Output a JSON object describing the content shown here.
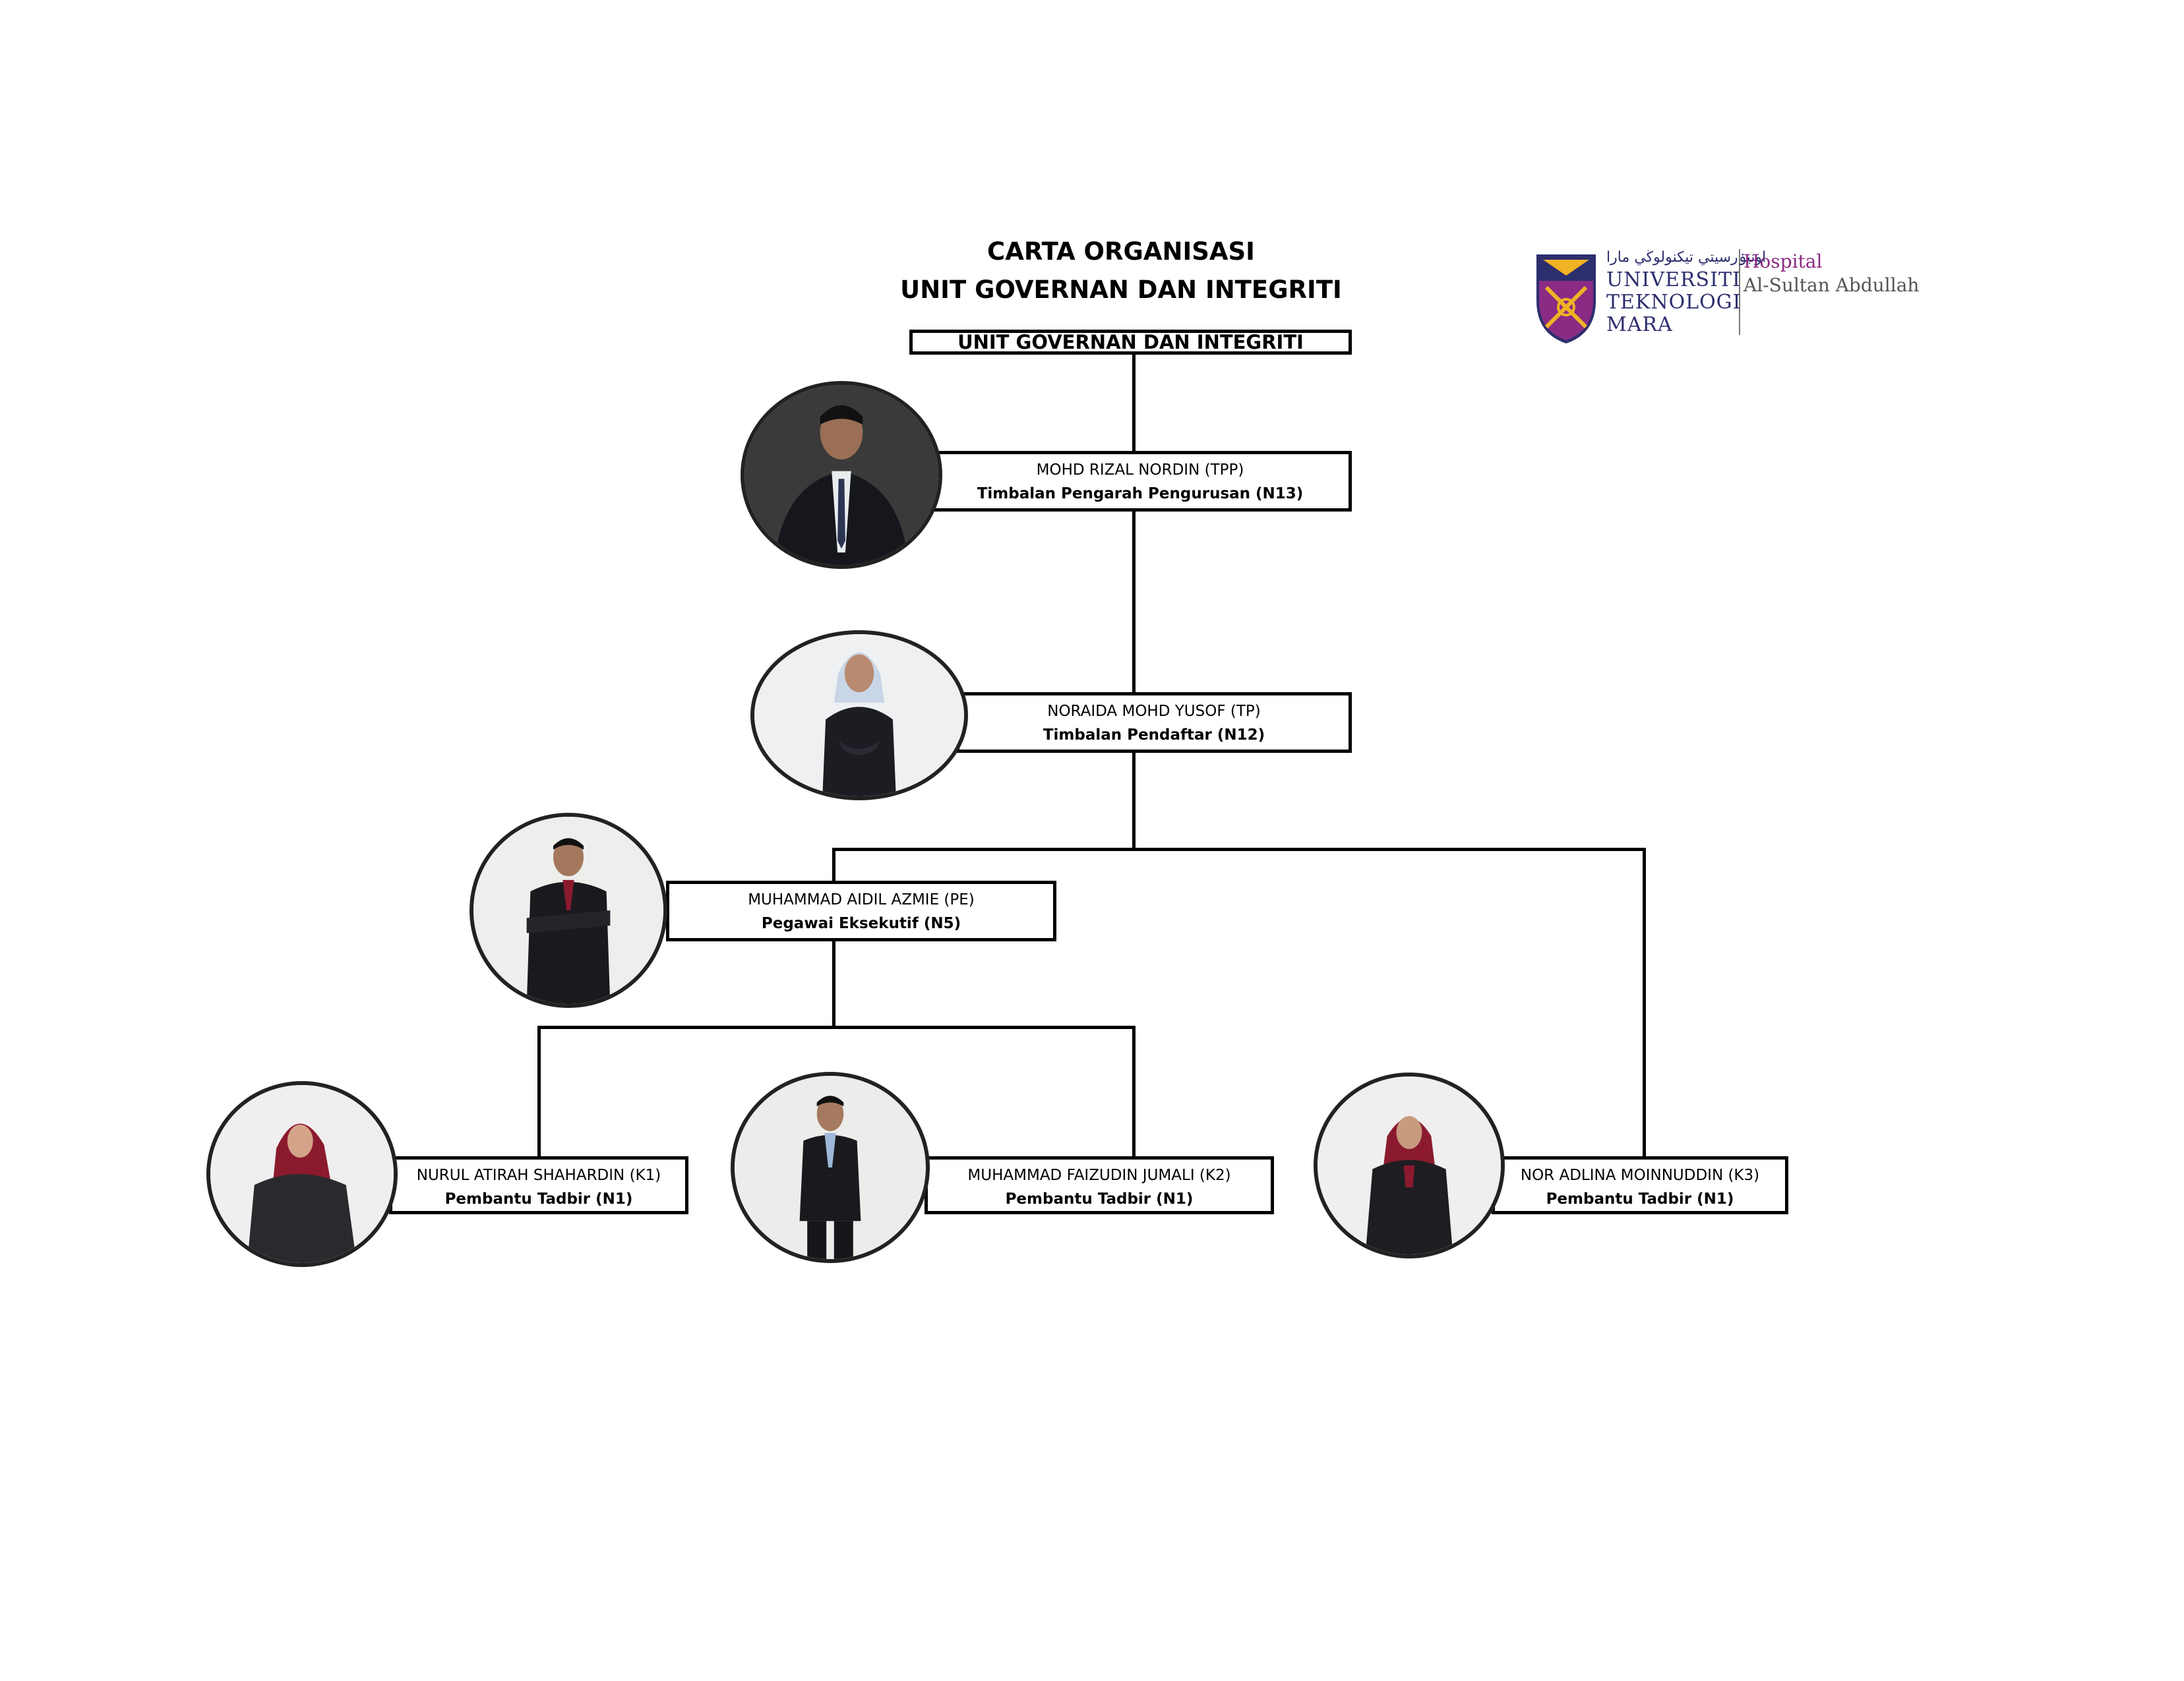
{
  "title": {
    "line1": "CARTA ORGANISASI",
    "line2": "UNIT GOVERNAN DAN INTEGRITI"
  },
  "unit_box": "UNIT GOVERNAN DAN INTEGRITI",
  "logo": {
    "arabic": "اونيۏرسيتي تيكنولوڬي مارا",
    "uni_line1": "UNIVERSITI",
    "uni_line2": "TEKNOLOGI",
    "uni_line3": "MARA",
    "hospital": "Hospital",
    "hospital_name": "Al-Sultan Abdullah"
  },
  "people": {
    "tpp": {
      "name": "MOHD RIZAL NORDIN (TPP)",
      "position": "Timbalan Pengarah Pengurusan (N13)"
    },
    "tp": {
      "name": "NORAIDA MOHD YUSOF (TP)",
      "position": "Timbalan Pendaftar (N12)"
    },
    "pe": {
      "name": "MUHAMMAD AIDIL AZMIE (PE)",
      "position": "Pegawai Eksekutif (N5)"
    },
    "k1": {
      "name": "NURUL ATIRAH SHAHARDIN (K1)",
      "position": "Pembantu Tadbir (N1)"
    },
    "k2": {
      "name": "MUHAMMAD FAIZUDIN JUMALI (K2)",
      "position": "Pembantu Tadbir (N1)"
    },
    "k3": {
      "name": "NOR ADLINA MOINNUDDIN (K3)",
      "position": "Pembantu Tadbir (N1)"
    }
  },
  "colors": {
    "logo_navy": "#2c2e6e",
    "logo_gold": "#f0b323",
    "logo_purple": "#8a2c84",
    "hijab_red": "#8b1a2e",
    "hijab_light": "#c9d6e8"
  }
}
